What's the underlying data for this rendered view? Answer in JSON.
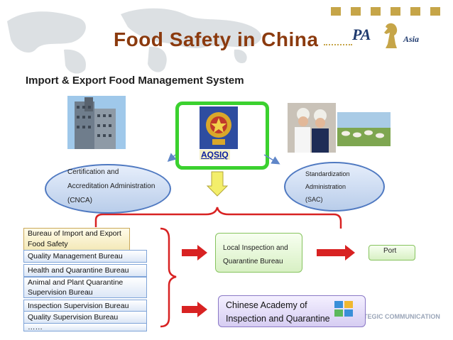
{
  "header": {
    "title": "Food Safety in China",
    "subtitle": "Import & Export Food Management System",
    "logo_pa": "PA",
    "logo_asia": "Asia"
  },
  "center": {
    "agency": "AQSIQ"
  },
  "left_org": {
    "line1": "Certification and",
    "line2": "Accreditation Administration",
    "line3": "(CNCA)"
  },
  "right_org": {
    "line1": "Standardization",
    "line2": "Administration",
    "line3": "(SAC)"
  },
  "bureaus": [
    "Bureau of Import and Export Food Safety",
    "Quality Management Bureau",
    "Health and Quarantine Bureau",
    "Animal and Plant Quarantine Supervision Bureau",
    "Inspection Supervision Bureau",
    "Quality Supervision Bureau",
    "……"
  ],
  "local_bureau": {
    "line1": "Local Inspection and",
    "line2": "Quarantine Bureau"
  },
  "academy": {
    "line1": "Chinese Academy of",
    "line2": "Inspection and Quarantine"
  },
  "port": "Port",
  "footer": "TEGIC COMMUNICATION",
  "colors": {
    "title": "#8B3A0E",
    "aqsiq_border": "#3bd12f",
    "red_arrow": "#d82222",
    "yellow_arrow": "#f3ee6a",
    "gold": "#C6A548"
  }
}
